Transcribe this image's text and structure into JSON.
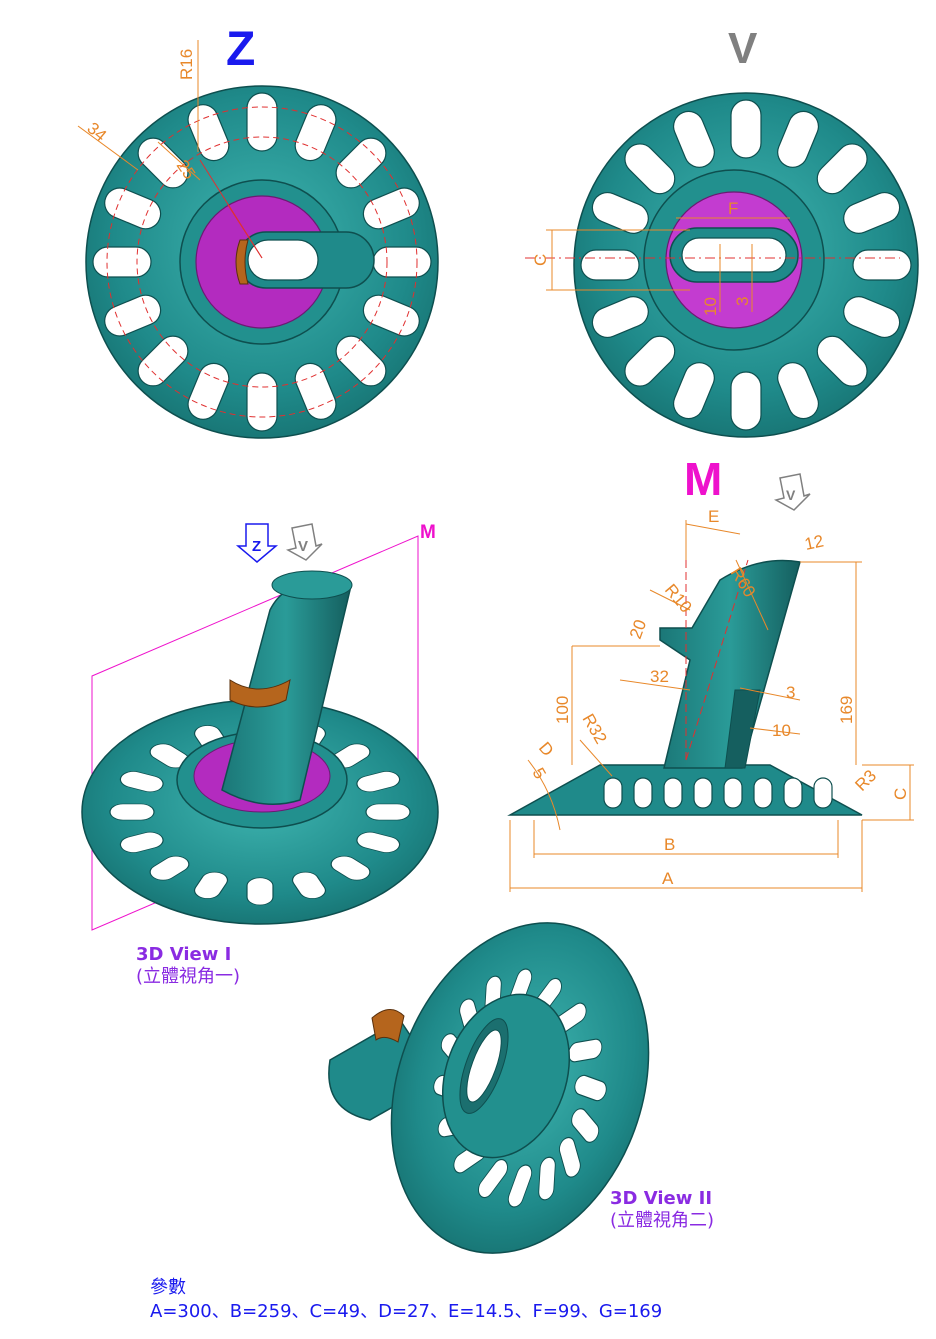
{
  "views": {
    "z": {
      "label": "Z",
      "color": "#1a1aee"
    },
    "v": {
      "label": "V",
      "color": "#808080"
    },
    "m": {
      "label": "M",
      "color": "#ee11cc"
    }
  },
  "dimensions_z": {
    "r16": "R16",
    "d34": "34",
    "d25": "25"
  },
  "dimensions_v": {
    "f": "F",
    "c": "C",
    "d10": "10",
    "d3": "3"
  },
  "dimensions_m": {
    "e": "E",
    "d12": "12",
    "r10": "R10",
    "r60": "R60",
    "d20": "20",
    "d32": "32",
    "d3": "3",
    "d100": "100",
    "r32": "R32",
    "d10": "10",
    "d169": "169",
    "dD": "D",
    "d5": "5",
    "r3": "R3",
    "c": "C",
    "b": "B",
    "a": "A"
  },
  "view3d_1": {
    "arrow_z": "Z",
    "arrow_v": "V",
    "plane_m": "M",
    "title": "3D View I",
    "subtitle": "(立體視角一)"
  },
  "view3d_2": {
    "title": "3D View II",
    "subtitle": "(立體視角二)"
  },
  "params": {
    "label": "參數",
    "values": "A=300、B=259、C=49、D=27、E=14.5、F=99、G=169"
  },
  "colors": {
    "teal": "#1f8a8a",
    "purple": "#b32bbf",
    "orange": "#e8882a",
    "copper": "#b5651d"
  }
}
